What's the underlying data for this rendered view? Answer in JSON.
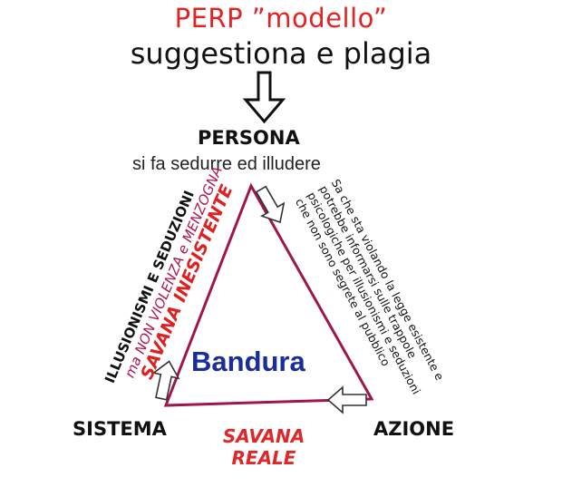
{
  "header": {
    "title": "PERP ”modello”",
    "subtitle": "suggestiona e plagia"
  },
  "nodes": {
    "top": "PERSONA",
    "top_sub": "si fa sedurre ed illudere",
    "left": "SISTEMA",
    "right": "AZIONE",
    "center": "Bandura"
  },
  "bottom_label": {
    "line1": "SAVANA",
    "line2": "REALE"
  },
  "left_side_text": {
    "line1": "ILLUSIONISMI E SEDUZIONI",
    "line2": "ma NON VIOLENZA e MENZOGNA",
    "line3": "SAVANA INESISTENTE"
  },
  "right_side_text": {
    "lines": [
      "Sa che sta violando  la legge esistente e",
      "potrebbe informarsi sulle trappole",
      "psicologiche per illusionismi e seduzioni",
      "che non sono segrete al pubblico"
    ]
  },
  "colors": {
    "title_red": "#e32222",
    "triangle": "#a0154d",
    "center_blue": "#1a2d9c",
    "savana_red": "#e02626"
  },
  "icons": [
    "down-arrow-icon",
    "arrow-icon",
    "arrow-icon",
    "arrow-icon"
  ]
}
